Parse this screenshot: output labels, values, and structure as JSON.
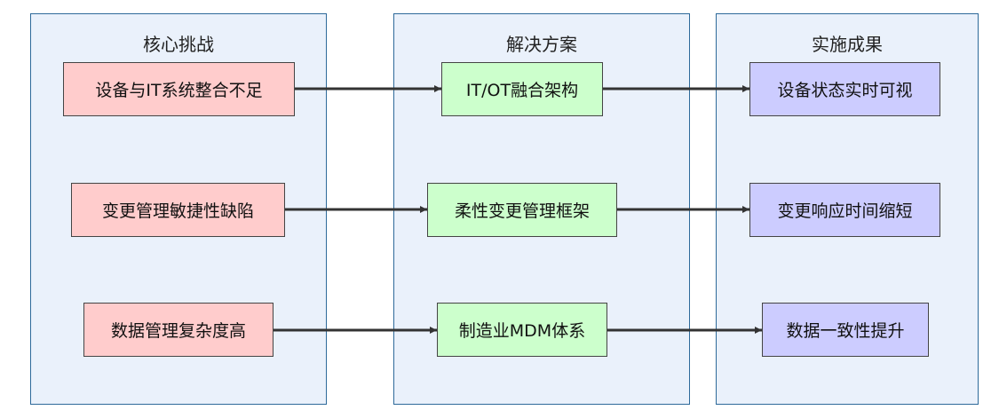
{
  "columns": [
    {
      "title": "核心挑战"
    },
    {
      "title": "解决方案"
    },
    {
      "title": "实施成果"
    }
  ],
  "challenges": [
    "设备与IT系统整合不足",
    "变更管理敏捷性缺陷",
    "数据管理复杂度高"
  ],
  "solutions": [
    "IT/OT融合架构",
    "柔性变更管理框架",
    "制造业MDM体系"
  ],
  "results": [
    "设备状态实时可视",
    "变更响应时间缩短",
    "数据一致性提升"
  ],
  "colors": {
    "column_fill": "#eaf1fb",
    "column_border": "#2e6a9a",
    "challenge_fill": "#ffcccc",
    "solution_fill": "#ccffcc",
    "result_fill": "#ccccff",
    "edge": "#333333"
  }
}
